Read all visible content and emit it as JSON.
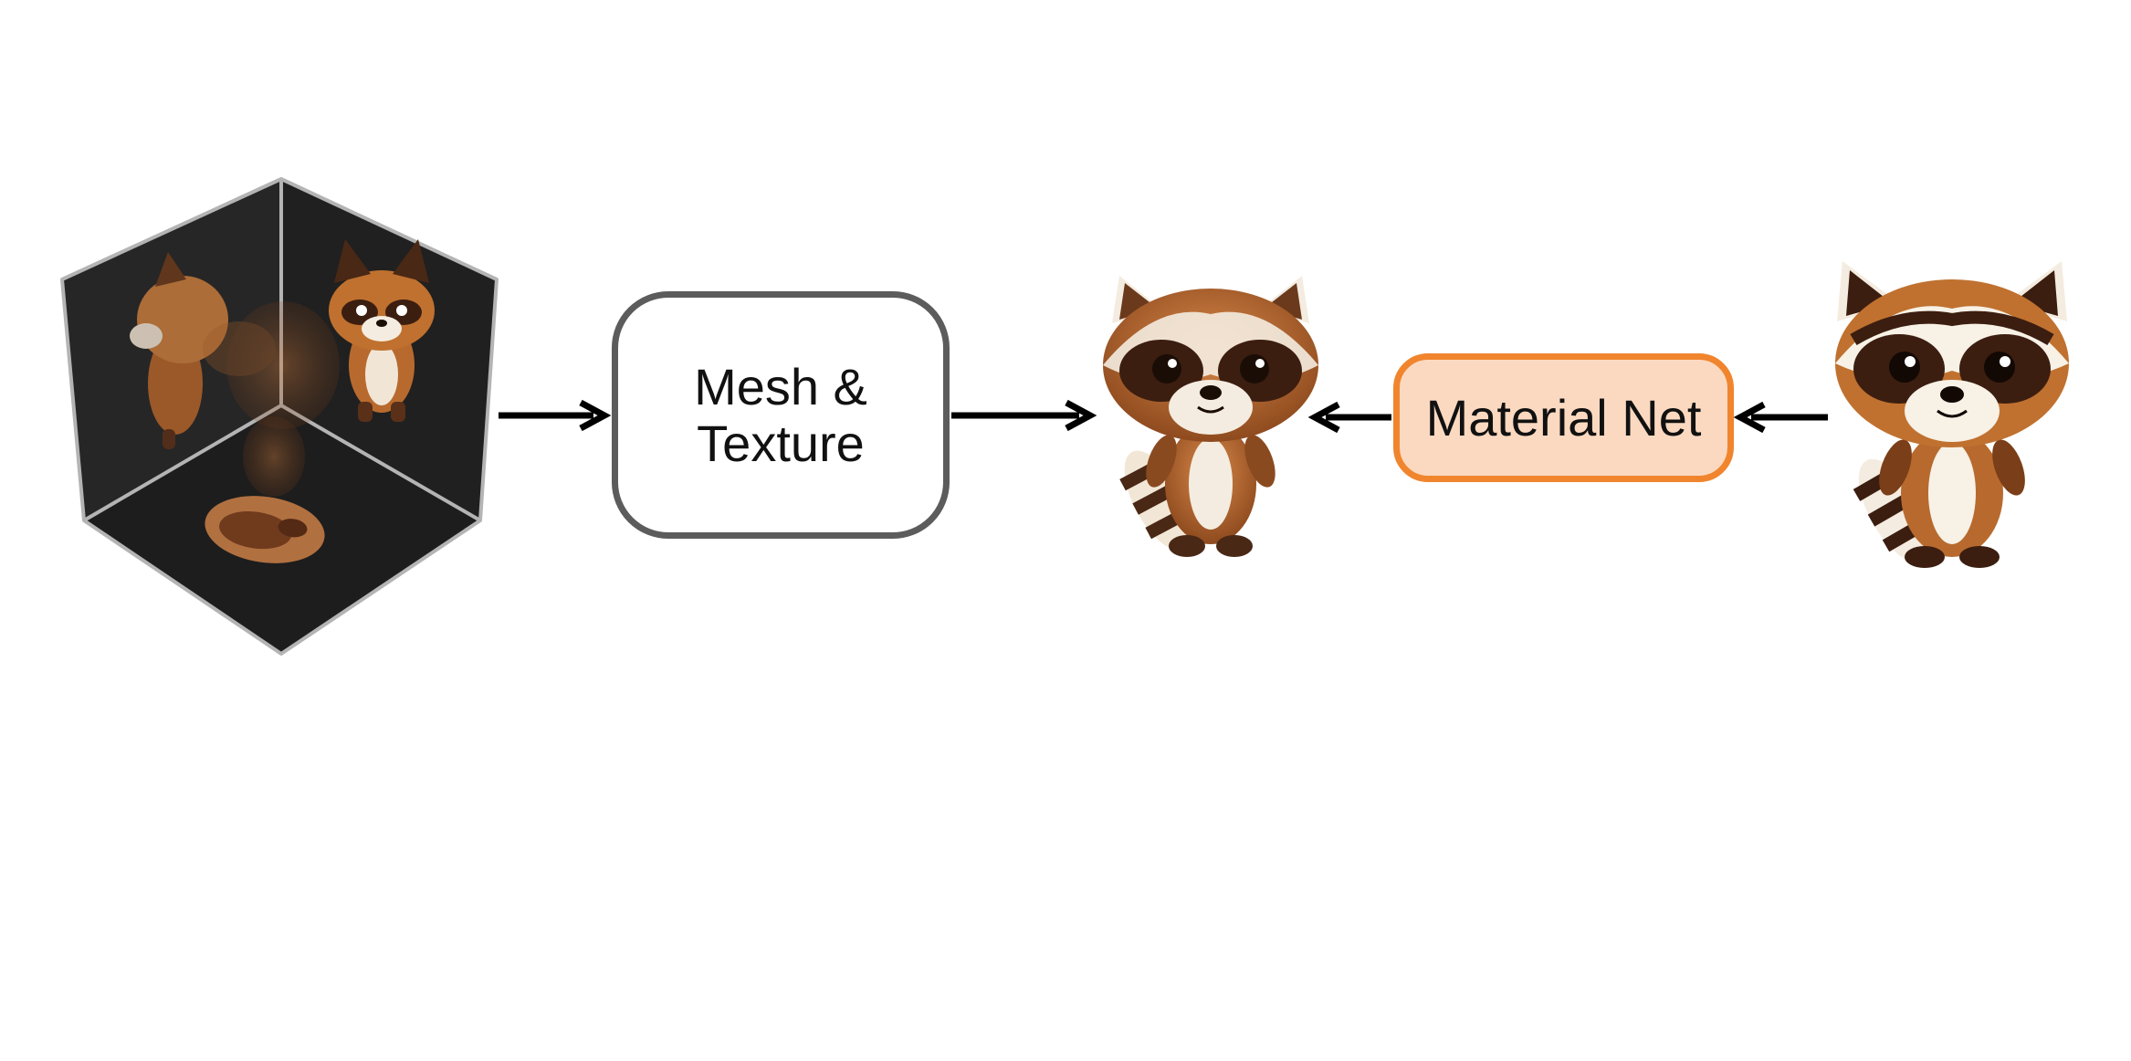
{
  "nodes": {
    "mesh_texture": {
      "line1": "Mesh &",
      "line2": "Texture"
    },
    "material_net": {
      "label": "Material Net"
    }
  },
  "colors": {
    "mesh_border": "#5c5c5c",
    "material_border": "#f0852e",
    "material_fill": "#fbd9c0",
    "arrow": "#000000",
    "cube_face": "#232323",
    "cube_edge": "#b4b4b4",
    "raccoon_fur": "#b86a2e",
    "raccoon_dark": "#4a2816",
    "raccoon_cream": "#f4ece0"
  },
  "icons": {
    "cube": "multi-view-cube-icon",
    "rendered": "rendered-raccoon-icon",
    "reference": "reference-raccoon-icon"
  }
}
